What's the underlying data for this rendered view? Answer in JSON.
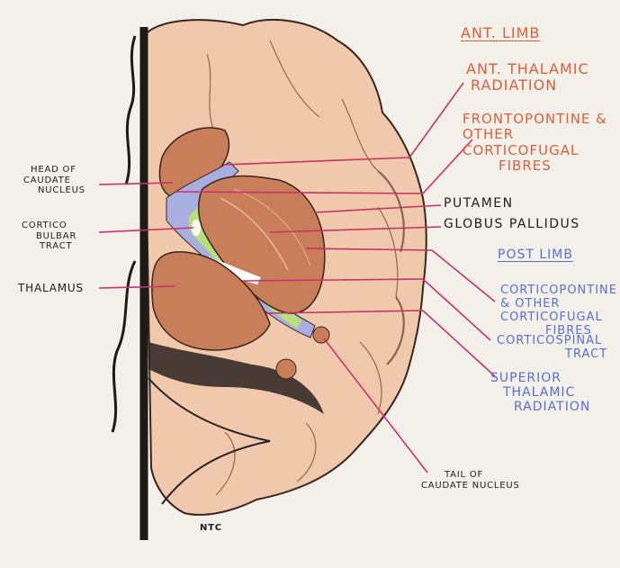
{
  "labels": {
    "ant_limb": "ANT. LIMB",
    "ant_thalamic_1": "ANT. THALAMIC",
    "ant_thalamic_2": "RADIATION",
    "frontopontine_1": "FRONTOPONTINE &",
    "frontopontine_2": "OTHER",
    "frontopontine_3": "CORTICOFUGAL",
    "frontopontine_4": "FIBRES",
    "putamen": "PUTAMEN",
    "globus_pallidus": "GLOBUS PALLIDUS",
    "post_limb": "POST LIMB",
    "corticopontine_1": "CORTICOPONTINE",
    "corticopontine_2": "& OTHER",
    "corticopontine_3": "CORTICOFUGAL",
    "corticopontine_4": "FIBRES",
    "corticospinal_1": "CORTICOSPINAL",
    "corticospinal_2": "TRACT",
    "superior_1": "SUPERIOR",
    "superior_2": "THALAMIC",
    "superior_3": "RADIATION",
    "head_1": "HEAD OF",
    "head_2": "CAUDATE",
    "head_3": "NUCLEUS",
    "cortico_1": "CORTICO",
    "cortico_2": "BULBAR",
    "cortico_3": "TRACT",
    "thalamus": "THALAMUS",
    "tail_1": "TAIL OF",
    "tail_2": "CAUDATE NUCLEUS",
    "signature": "NTC"
  },
  "colors": {
    "brain": "#f0c9ad",
    "nucleus": "#c97e5a",
    "internal_capsule_blue": "#a9aee0",
    "corticobulbar_green": "#b7e07a",
    "leader_line": "#c8326a",
    "red_text": "#d9603e",
    "blue_text": "#5a6fd0"
  }
}
